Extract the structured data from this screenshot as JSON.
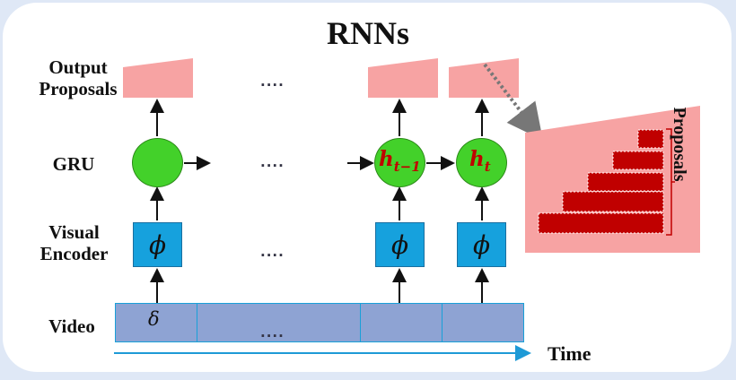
{
  "title": "RNNs",
  "row_labels": {
    "output": "Output\nProposals",
    "gru": "GRU",
    "encoder": "Visual\nEncoder",
    "video": "Video"
  },
  "encoder_symbol": "ϕ",
  "hidden_states": [
    {
      "base": "h",
      "sub": "t−1"
    },
    {
      "base": "h",
      "sub": "t"
    }
  ],
  "ellipsis": "....",
  "delta_symbol": "δ",
  "time_label": "Time",
  "proposals_label": "Proposals",
  "colors": {
    "proposal_pink": "#f7a3a3",
    "gru_green": "#43d12a",
    "encoder_blue": "#16a1dd",
    "video_fill": "#8ea3d3",
    "bar_red": "#c00000",
    "arrow_blue": "#1e9ad6"
  }
}
